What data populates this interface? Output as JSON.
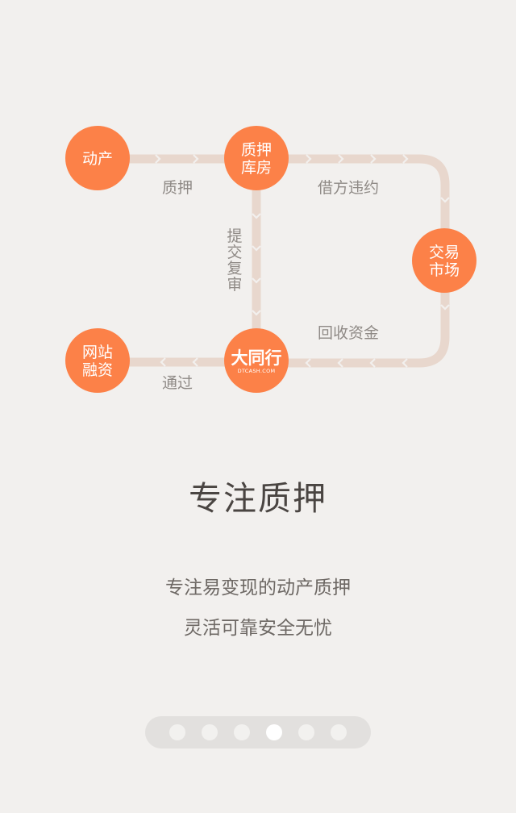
{
  "flow": {
    "nodes": {
      "movables": [
        "动产"
      ],
      "warehouse": [
        "质押",
        "库房"
      ],
      "market": [
        "交易",
        "市场"
      ],
      "financing": [
        "网站",
        "融资"
      ],
      "brand": {
        "name": "大同行",
        "sub": "DTCASH.COM"
      }
    },
    "edges": {
      "pledge": "质押",
      "lend": "借方违约",
      "review": [
        "提",
        "交",
        "复",
        "审"
      ],
      "recover": "回收资金",
      "approve": "通过"
    }
  },
  "headline": "专注质押",
  "description": [
    "专注易变现的动产质押",
    "灵活可靠安全无忧"
  ],
  "pager": {
    "count": 6,
    "active_index": 3
  },
  "colors": {
    "node": "#fc8148",
    "track": "#e8d7cd",
    "background": "#f2f0ee"
  }
}
